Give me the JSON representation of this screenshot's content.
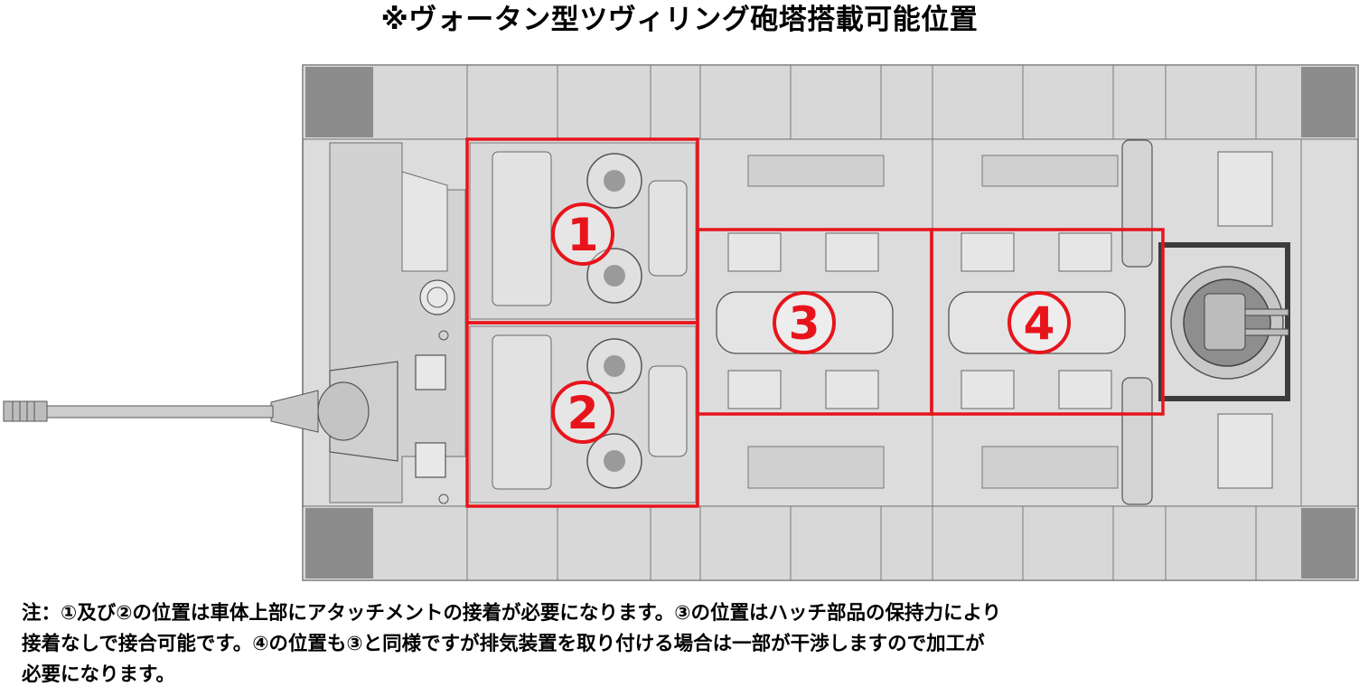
{
  "title": "※ヴォータン型ツヴィリング砲塔搭載可能位置",
  "zones": [
    {
      "id": "1",
      "label": "1"
    },
    {
      "id": "2",
      "label": "2"
    },
    {
      "id": "3",
      "label": "3"
    },
    {
      "id": "4",
      "label": "4"
    }
  ],
  "note": {
    "line1": "注：①及び②の位置は車体上部にアタッチメントの接着が必要になります。③の位置はハッチ部品の保持力により",
    "line2": "接着なしで接合可能です。④の位置も③と同様ですが排気装置を取り付ける場合は一部が干渉しますので加工が",
    "line3": "必要になります。"
  },
  "colors": {
    "highlight": "#e8141b",
    "hull": "#dcdcdc",
    "track": "#8c8c8c",
    "line": "#6e6e6e",
    "turret_box": "#3c3c3c"
  }
}
